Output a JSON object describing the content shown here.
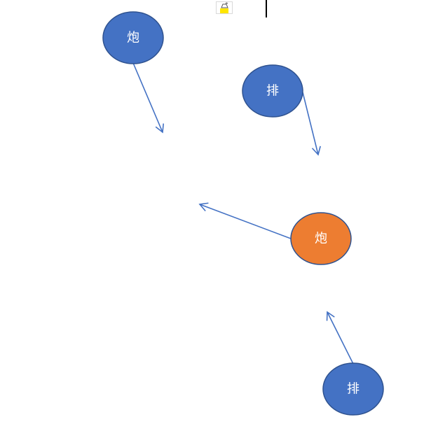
{
  "colors": {
    "blue_fill": "#4472C4",
    "blue_stroke": "#2F528F",
    "orange_fill": "#ED7D31",
    "arrow": "#4472C4",
    "paste_icon_accent": "#FFE600"
  },
  "nodes": [
    {
      "id": "pao-top",
      "label": "炮",
      "color": "blue"
    },
    {
      "id": "pai-upper",
      "label": "排",
      "color": "blue"
    },
    {
      "id": "pao-mid",
      "label": "炮",
      "color": "orange"
    },
    {
      "id": "pai-bottom",
      "label": "排",
      "color": "blue"
    }
  ],
  "icons": {
    "paste": "paste-options-icon",
    "cursor": "text-cursor"
  }
}
